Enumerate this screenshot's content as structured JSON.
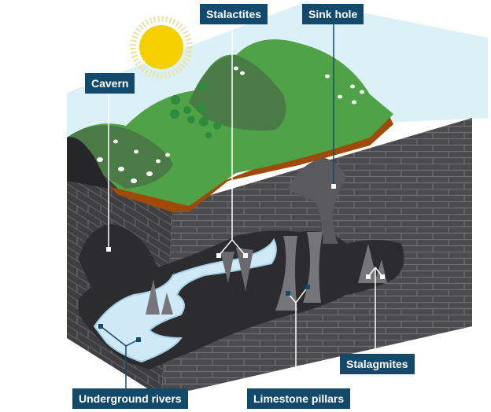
{
  "labels": {
    "stalactites": "Stalactites",
    "sink_hole": "Sink hole",
    "cavern": "Cavern",
    "stalagmites": "Stalagmites",
    "underground_rivers": "Underground rivers",
    "limestone_pillars": "Limestone pillars"
  },
  "colors": {
    "label_bg": "#134a6b",
    "sky": "#dcf0f8",
    "sun": "#f5d000",
    "grass_light": "#4fa346",
    "grass_dark": "#4a7a46",
    "soil": "#a04a0a",
    "rock": "#4b4b4e",
    "cave": "#2a2a2c",
    "river": "#cfe9f7"
  }
}
